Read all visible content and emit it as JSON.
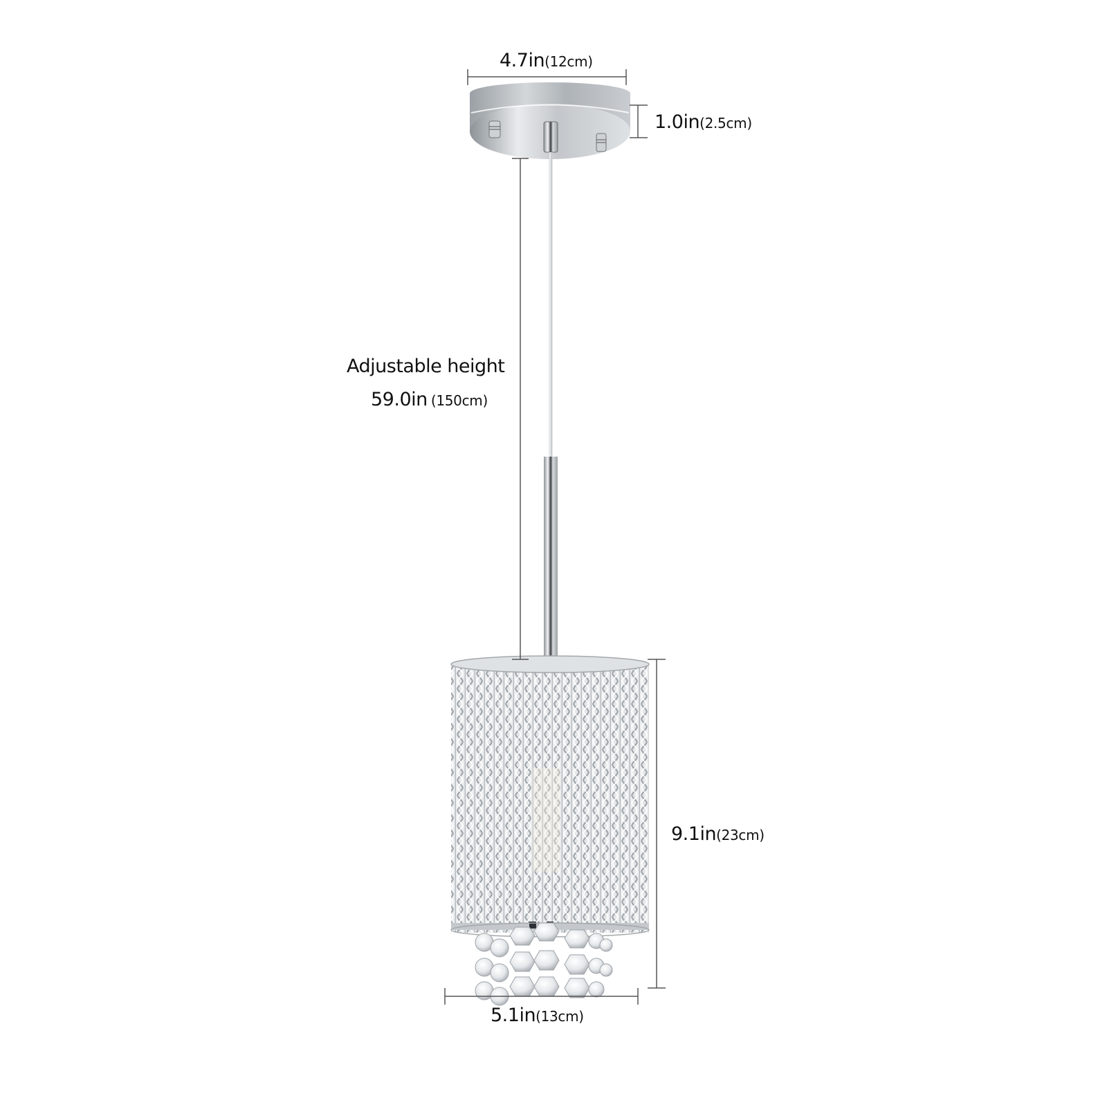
{
  "diagram": {
    "subject": "Crystal pendant light dimensions",
    "colors": {
      "background": "#ffffff",
      "dimension_line": "#555555",
      "text": "#111111",
      "chrome_light": "#e6e8ea",
      "chrome_mid": "#b8bcc0",
      "chrome_dark": "#7c8186"
    },
    "dimensions": {
      "canopy_width": {
        "value": "4.7in",
        "metric": "(12cm)"
      },
      "canopy_height": {
        "value": "1.0in",
        "metric": "(2.5cm)"
      },
      "adjustable_height": {
        "caption": "Adjustable height",
        "value": "59.0in",
        "metric": "(150cm)"
      },
      "shade_height": {
        "value": "9.1in",
        "metric": "(23cm)"
      },
      "shade_width": {
        "value": "5.1in",
        "metric": "(13cm)"
      }
    },
    "components": [
      "ceiling-canopy",
      "suspension-cable",
      "chrome-rod",
      "aluminum-chain-shade",
      "crystal-drops"
    ]
  }
}
